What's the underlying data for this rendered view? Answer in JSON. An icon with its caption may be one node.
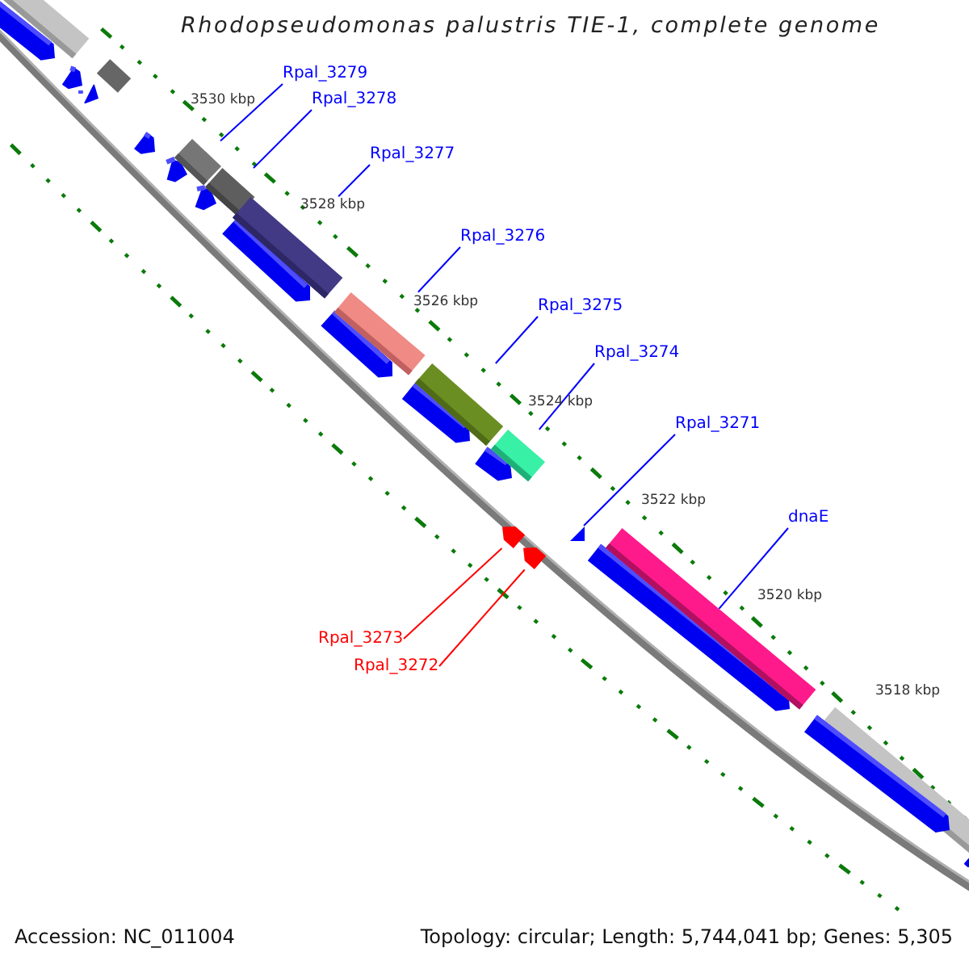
{
  "diagram": {
    "title": "Rhodopseudomonas palustris TIE-1, complete genome",
    "nodes": [
      {
        "text": [
          "Rpal_3279"
        ]
      },
      {
        "text": [
          "Rpal_3278"
        ]
      },
      {
        "text": [
          "Rpal_3277"
        ]
      },
      {
        "text": [
          "Rpal_3276"
        ]
      },
      {
        "text": [
          "Rpal_3275"
        ]
      },
      {
        "text": [
          "Rpal_3274"
        ]
      },
      {
        "text": [
          "Rpal_3271"
        ]
      },
      {
        "text": [
          "dnaE"
        ]
      },
      {
        "text": [
          "Rpal_3273"
        ]
      },
      {
        "text": [
          "Rpal_3272"
        ]
      },
      {
        "text": [],
        "shape": "bar"
      },
      {
        "text": [],
        "shape": "bar"
      },
      {
        "text": [],
        "shape": "bar"
      },
      {
        "text": [],
        "shape": "bar"
      },
      {
        "text": [],
        "shape": "bar"
      },
      {
        "text": [],
        "shape": "bar"
      },
      {
        "text": [],
        "shape": "triangle"
      },
      {
        "text": [],
        "shape": "bar"
      },
      {
        "text": [],
        "shape": "arrow"
      },
      {
        "text": [],
        "shape": "arrow"
      }
    ],
    "edges": [
      {
        "from": 0,
        "to": 10,
        "arrow": "none"
      },
      {
        "from": 1,
        "to": 11,
        "arrow": "none"
      },
      {
        "from": 2,
        "to": 12,
        "arrow": "none"
      },
      {
        "from": 3,
        "to": 13,
        "arrow": "none"
      },
      {
        "from": 4,
        "to": 14,
        "arrow": "none"
      },
      {
        "from": 5,
        "to": 15,
        "arrow": "none"
      },
      {
        "from": 6,
        "to": 16,
        "arrow": "none"
      },
      {
        "from": 7,
        "to": 17,
        "arrow": "none"
      },
      {
        "from": 8,
        "to": 18,
        "arrow": "none",
        "color": "#ff0000"
      },
      {
        "from": 9,
        "to": 19,
        "arrow": "none",
        "color": "#ff0000"
      }
    ],
    "labels": [
      "3530 kbp",
      "3528 kbp",
      "3526 kbp",
      "3524 kbp",
      "3522 kbp",
      "3520 kbp",
      "3518 kbp",
      "Accession: NC_011004",
      "Topology: circular; Length: 5,744,041 bp; Genes: 5,305"
    ]
  }
}
